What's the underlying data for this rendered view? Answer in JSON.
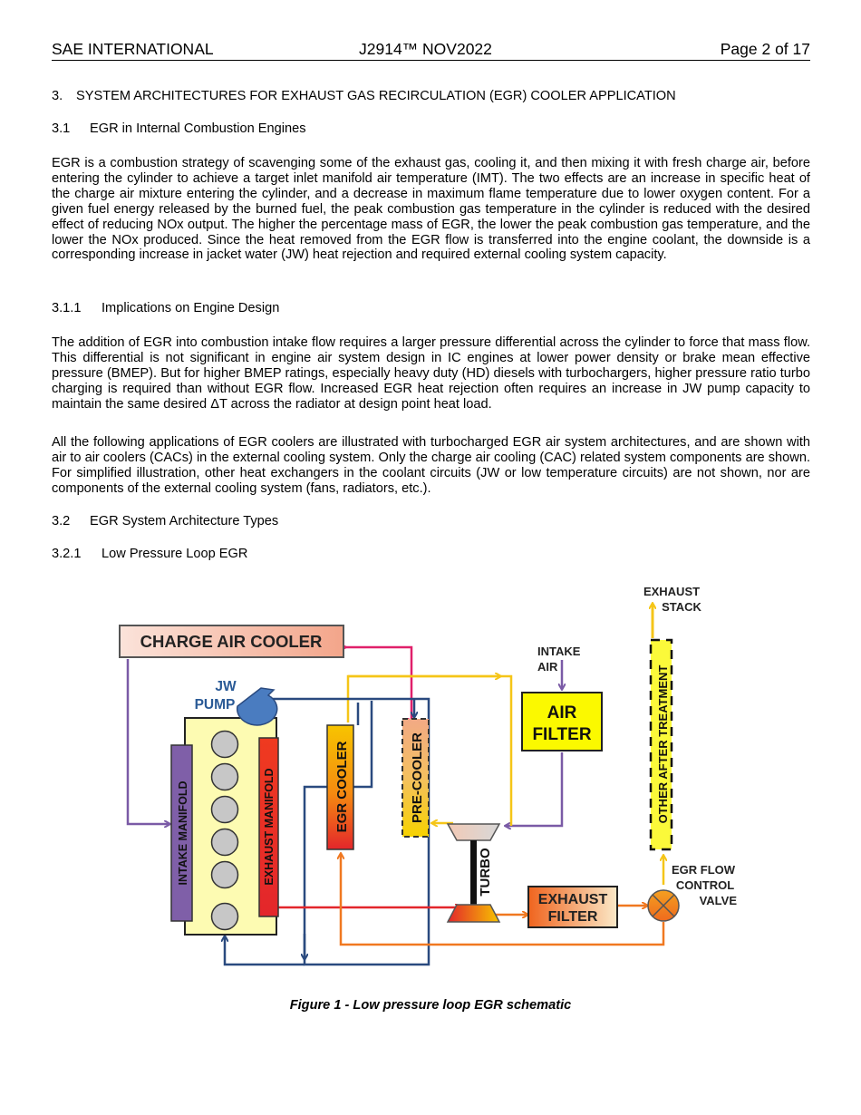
{
  "header": {
    "left": "SAE INTERNATIONAL",
    "center": "J2914™ NOV2022",
    "right": "Page 2 of 17"
  },
  "sections": {
    "s3": {
      "num": "3.",
      "title": "SYSTEM ARCHITECTURES FOR EXHAUST GAS RECIRCULATION (EGR) COOLER APPLICATION"
    },
    "s31": {
      "num": "3.1",
      "title": "EGR in Internal Combustion Engines"
    },
    "p1": "EGR is a combustion strategy of scavenging some of the exhaust gas, cooling it, and then mixing it with fresh charge air, before entering the cylinder to achieve a target inlet manifold air temperature (IMT). The two effects are an increase in specific heat of the charge air mixture entering the cylinder, and a decrease in maximum flame temperature due to lower oxygen content. For a given fuel energy released by the burned fuel, the peak combustion gas temperature in the cylinder is reduced with the desired effect of reducing NOx output. The higher the percentage mass of EGR, the lower the peak combustion gas temperature, and the lower the NOx produced. Since the heat removed from the EGR flow is transferred into the engine coolant, the downside is a corresponding increase in jacket water (JW) heat rejection and required external cooling system capacity.",
    "s311": {
      "num": "3.1.1",
      "title": "Implications on Engine Design"
    },
    "p2": "The addition of EGR into combustion intake flow requires a larger pressure differential across the cylinder to force that mass flow. This differential is not significant in engine air system design in IC engines at lower power density or brake mean effective pressure (BMEP). But for higher BMEP ratings, especially heavy duty (HD) diesels with turbochargers, higher pressure ratio turbo charging is required than without EGR flow. Increased EGR heat rejection often requires an increase in JW pump capacity to maintain the same desired ΔT across the radiator at design point heat load.",
    "p3": "All the following applications of EGR coolers are illustrated with turbocharged EGR air system architectures, and are shown with air to air coolers (CACs) in the external cooling system. Only the charge air cooling (CAC) related system components are shown. For simplified illustration, other heat exchangers in the coolant circuits (JW or low temperature circuits) are not shown, nor are components of the external cooling system (fans, radiators, etc.).",
    "s32": {
      "num": "3.2",
      "title": "EGR System Architecture Types"
    },
    "s321": {
      "num": "3.2.1",
      "title": "Low Pressure Loop EGR"
    }
  },
  "diagram": {
    "charge_air_cooler": "CHARGE AIR COOLER",
    "jw_pump": [
      "JW",
      "PUMP"
    ],
    "intake_manifold": "INTAKE MANIFOLD",
    "exhaust_manifold": "EXHAUST MANIFOLD",
    "egr_cooler": "EGR COOLER",
    "pre_cooler": "PRE-COOLER",
    "turbo": "TURBO",
    "intake_air": [
      "INTAKE",
      "AIR"
    ],
    "air_filter": [
      "AIR",
      "FILTER"
    ],
    "exhaust_filter": [
      "EXHAUST",
      "FILTER"
    ],
    "exhaust_stack": [
      "EXHAUST",
      "STACK"
    ],
    "other_after_treatment": "OTHER AFTER TREATMENT",
    "egr_flow_control_valve": [
      "EGR FLOW",
      "CONTROL",
      "VALVE"
    ],
    "colors": {
      "coolant": "#2a4a7f",
      "charge_air": "#7a5aa6",
      "hot_exhaust": "#e3262b",
      "egr": "#f07820",
      "fresh_air": "#f5c518",
      "pink": "#e0206a"
    }
  },
  "caption": "Figure 1 - Low pressure loop EGR schematic"
}
